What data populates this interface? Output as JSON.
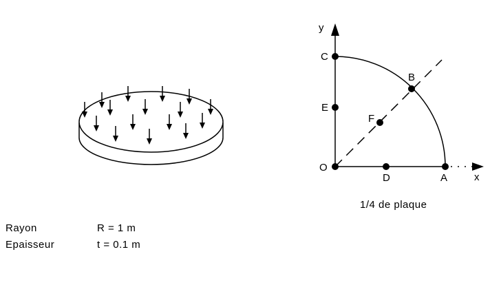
{
  "points": {
    "O": "O",
    "A": "A",
    "B": "B",
    "C": "C",
    "D": "D",
    "E": "E",
    "F": "F"
  },
  "axes": {
    "x": "x",
    "y": "y"
  },
  "caption": "1/4 de plaque",
  "properties": [
    {
      "label": "Rayon",
      "value": "R = 1 m"
    },
    {
      "label": "Epaisseur",
      "value": "t = 0.1 m"
    }
  ]
}
